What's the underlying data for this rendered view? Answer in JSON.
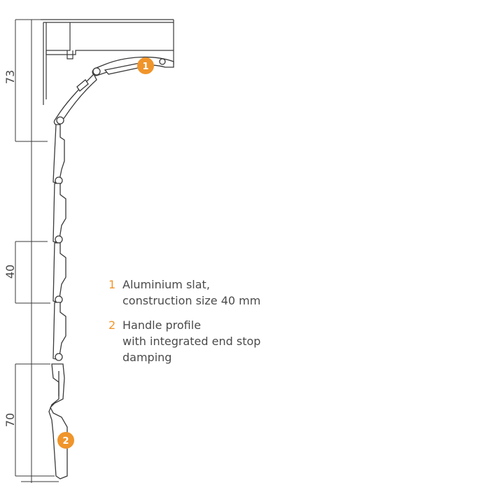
{
  "dimensions": [
    {
      "label": "73"
    },
    {
      "label": "40"
    },
    {
      "label": "70"
    }
  ],
  "markers": [
    {
      "number": "1"
    },
    {
      "number": "2"
    }
  ],
  "legend": [
    {
      "number": "1",
      "text": "Aluminium slat,\nconstruction size 40 mm"
    },
    {
      "number": "2",
      "text": "Handle profile\nwith integrated end stop\ndamping"
    }
  ],
  "colors": {
    "accent": "#f0952b",
    "line": "#3a3a3a",
    "text": "#4a4a4a"
  }
}
